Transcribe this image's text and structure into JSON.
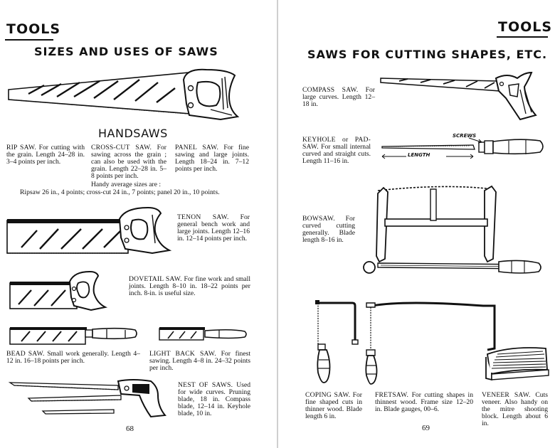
{
  "left_page": {
    "header": "TOOLS",
    "title": "SIZES AND USES OF SAWS",
    "section_heading": "HANDSAWS",
    "rip_saw": {
      "name": "RIP SAW.",
      "desc": "For cutting with the grain. Length 24–28 in. 3–4 points per inch."
    },
    "cross_cut_saw": {
      "name": "CROSS-CUT SAW.",
      "desc": "For sawing across the grain ; can also be used with the grain. Length 22–28 in. 5–8 points per inch."
    },
    "panel_saw": {
      "name": "PANEL SAW.",
      "desc": "For fine sawing and large joints. Length 18–24 in. 7–12 points per inch."
    },
    "handy_sizes_intro": "Handy average sizes are :",
    "handy_sizes": "Ripsaw 26 in., 4 points; cross-cut 24 in., 7 points; panel 20 in., 10 points.",
    "tenon_saw": {
      "name": "TENON SAW.",
      "desc": "For general bench work and large joints. Length 12–16 in. 12–14 points per inch."
    },
    "dovetail_saw": {
      "name": "DOVETAIL SAW.",
      "desc": "For fine work and small joints. Length 8–10 in. 18–22 points per inch. 8-in. is useful size."
    },
    "bead_saw": {
      "name": "BEAD SAW.",
      "desc": "Small work generally. Length 4–12 in. 16–18 points per inch."
    },
    "light_back_saw": {
      "name": "LIGHT BACK SAW.",
      "desc": "For finest sawing. Length 4–8 in. 24–32 points per inch."
    },
    "nest_of_saws": {
      "name": "NEST OF SAWS.",
      "desc": "Used for wide curves. Pruning blade, 18 in. Compass blade, 12–14 in. Keyhole blade, 10 in."
    },
    "page_number": "68"
  },
  "right_page": {
    "header": "TOOLS",
    "title": "SAWS FOR CUTTING SHAPES, ETC.",
    "compass_saw": {
      "name": "COMPASS SAW.",
      "desc": "For large curves. Length 12–18 in."
    },
    "keyhole_saw": {
      "name": "KEYHOLE or PAD-SAW.",
      "desc": "For small internal curved and straight cuts. Length 11–16 in."
    },
    "screws_label": "SCREWS",
    "length_label": "LENGTH",
    "bowsaw": {
      "name": "BOWSAW.",
      "desc": "For curved cutting generally. Blade length 8–16 in."
    },
    "coping_saw": {
      "name": "COPING SAW.",
      "desc": "For fine shaped cuts in thinner wood. Blade length 6 in."
    },
    "fretsaw": {
      "name": "FRETSAW.",
      "desc": "For cutting shapes in thinnest wood. Frame size 12–20 in. Blade gauges, 00–6."
    },
    "veneer_saw": {
      "name": "VENEER SAW.",
      "desc": "Cuts veneer. Also handy on the mitre shooting block. Length about 6 in."
    },
    "page_number": "69"
  },
  "icons": [
    "handsaw-icon",
    "tenon-saw-icon",
    "dovetail-saw-icon",
    "bead-saw-icon",
    "light-back-saw-icon",
    "nest-of-saws-icon",
    "compass-saw-icon",
    "keyhole-saw-icon",
    "bowsaw-icon",
    "coping-saw-icon",
    "fretsaw-icon",
    "veneer-saw-icon"
  ]
}
